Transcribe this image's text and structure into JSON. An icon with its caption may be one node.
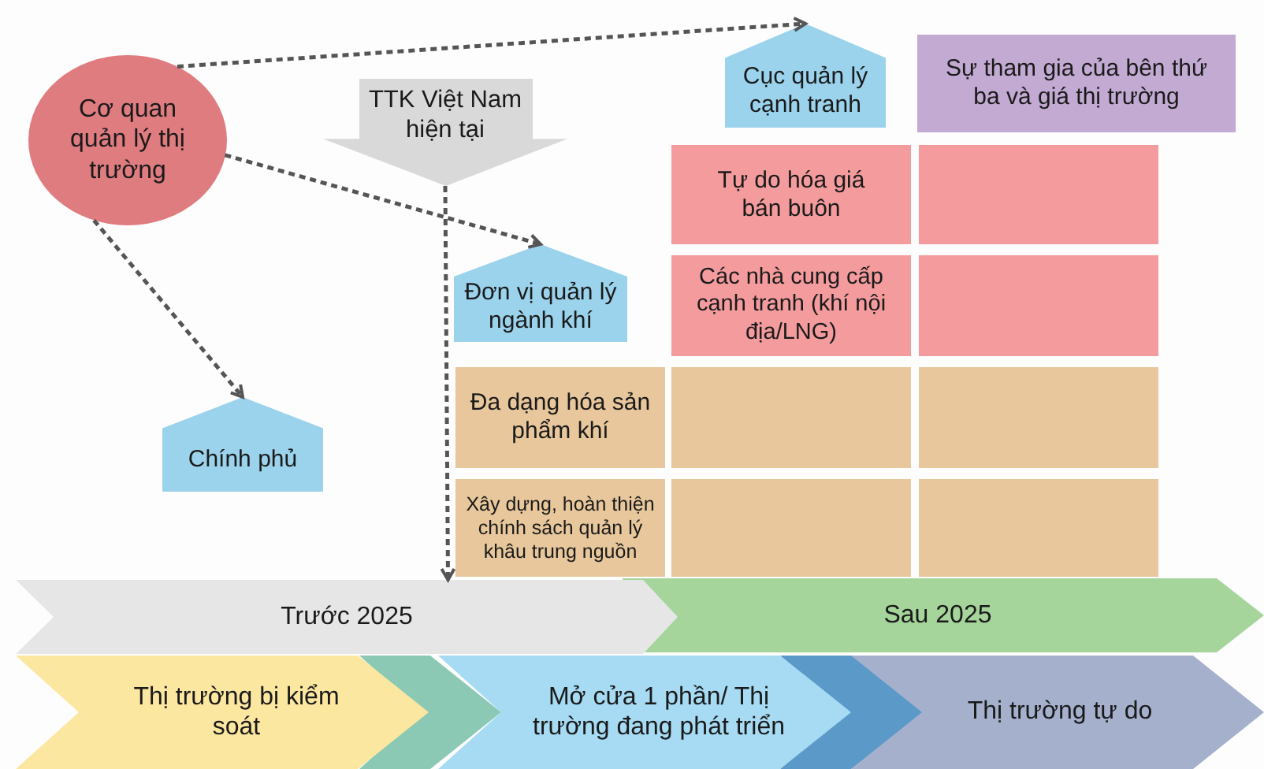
{
  "diagram": {
    "nodes": [
      {
        "text": [
          "Cơ quan quản lý thị trường"
        ]
      },
      {
        "text": [
          "TTK Việt Nam hiện tại"
        ]
      },
      {
        "text": [
          "Cục quản lý cạnh tranh"
        ]
      },
      {
        "text": [
          "Sự tham gia của bên thứ ba và giá thị trường"
        ]
      },
      {
        "text": [
          "Đơn vị quản lý ngành khí"
        ]
      },
      {
        "text": [
          "Tự do hóa giá bán buôn"
        ]
      },
      {
        "text": [],
        "shape": "box"
      },
      {
        "text": [
          "Các nhà cung cấp cạnh tranh (khí nội địa/LNG)"
        ]
      },
      {
        "text": [],
        "shape": "box"
      },
      {
        "text": [
          "Đa dạng hóa sản phẩm khí"
        ]
      },
      {
        "text": [],
        "shape": "box"
      },
      {
        "text": [],
        "shape": "box"
      },
      {
        "text": [
          "Chính phủ"
        ]
      },
      {
        "text": [
          "Xây dựng, hoàn thiện chính sách quản lý khâu trung nguồn"
        ]
      },
      {
        "text": [],
        "shape": "box"
      },
      {
        "text": [],
        "shape": "box"
      },
      {
        "text": [
          "Trước 2025"
        ]
      },
      {
        "text": [
          "Sau 2025"
        ]
      },
      {
        "text": [
          "Thị trường bị kiểm soát"
        ]
      },
      {
        "text": [],
        "shape": "chevron"
      },
      {
        "text": [
          "Mở cửa 1 phần/ Thị trường đang phát triển"
        ]
      },
      {
        "text": [],
        "shape": "chevron"
      },
      {
        "text": [
          "Thị trường tự do"
        ]
      }
    ],
    "edges": [
      {
        "from": 0,
        "to": 2,
        "arrow": "to",
        "style": "dashed"
      },
      {
        "from": 0,
        "to": 4,
        "arrow": "to",
        "style": "dashed"
      },
      {
        "from": 0,
        "to": 12,
        "arrow": "to",
        "style": "dashed"
      },
      {
        "from": 1,
        "to": 16,
        "arrow": "to",
        "style": "dashed"
      }
    ]
  }
}
